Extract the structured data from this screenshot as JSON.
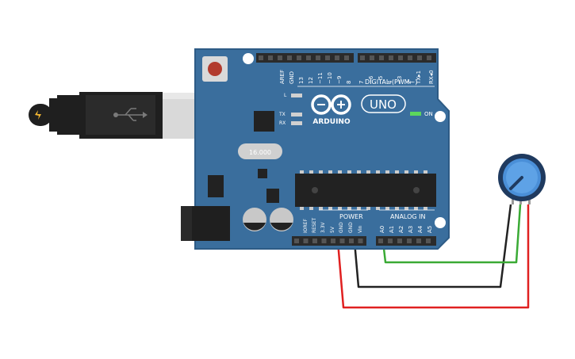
{
  "board": {
    "brand": "ARDUINO",
    "model": "UNO",
    "digital_header_label": "DIGITAL (PWM~)",
    "analog_header_label": "ANALOG IN",
    "power_header_label": "POWER",
    "on_label": "ON",
    "led_labels": [
      "L",
      "TX",
      "RX"
    ],
    "top_pin_labels": [
      "AREF",
      "GND",
      "13",
      "12",
      "~11",
      "~10",
      "~9",
      "8",
      "7",
      "~6",
      "~5",
      "4",
      "~3",
      "2",
      "TX▸1",
      "RX◂0"
    ],
    "power_pin_labels": [
      "IOREF",
      "RESET",
      "3.3V",
      "5V",
      "GND",
      "GND",
      "Vin"
    ],
    "analog_pin_labels": [
      "A0",
      "A1",
      "A2",
      "A3",
      "A4",
      "A5"
    ],
    "crystal_label": "16.000"
  },
  "colors": {
    "board": "#3a6e9d",
    "board_dark": "#2d5b85",
    "header": "#2b2b2b",
    "usb_plug": "#1f1f1f",
    "usb_metal": "#d9d9d9",
    "chip": "#222222",
    "wire_red": "#e02020",
    "wire_black": "#222222",
    "wire_green": "#3aaa35",
    "pot_body": "#1f3a5f",
    "pot_knob": "#4a8fd8",
    "reset_button": "#b23b2e",
    "capacitor": "#c8c8c8",
    "on_led": "#5cd65c"
  },
  "icons": [
    "usb-plug-icon",
    "arduino-infinity-logo-icon",
    "potentiometer-icon",
    "power-jack-icon"
  ],
  "wires": [
    {
      "name": "5V to potentiometer",
      "color": "red"
    },
    {
      "name": "GND to potentiometer",
      "color": "black"
    },
    {
      "name": "A0 to potentiometer wiper",
      "color": "green"
    }
  ]
}
